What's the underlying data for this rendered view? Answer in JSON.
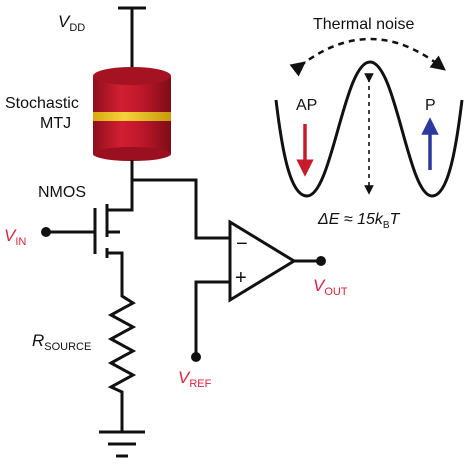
{
  "labels": {
    "vdd": {
      "main": "V",
      "sub": "DD"
    },
    "mtj_line1": "Stochastic",
    "mtj_line2": "MTJ",
    "nmos": "NMOS",
    "vin": {
      "main": "V",
      "sub": "IN"
    },
    "rsource": {
      "main": "R",
      "sub": "SOURCE"
    },
    "vref": {
      "main": "V",
      "sub": "REF"
    },
    "vout": {
      "main": "V",
      "sub": "OUT"
    },
    "opamp_minus": "−",
    "opamp_plus": "+",
    "thermal_noise": "Thermal noise",
    "ap": "AP",
    "p": "P",
    "energy": {
      "prefix": "ΔE ≈ 15k",
      "sub": "B",
      "suffix": "T"
    }
  },
  "colors": {
    "wire": "#111111",
    "mtj_body": "#c2182b",
    "mtj_top": "#a51222",
    "mtj_band": "#f0c419",
    "signal_text": "#d7263d",
    "ap_arrow": "#c71a2a",
    "p_arrow": "#2b3a9c"
  },
  "icons": {
    "ap_arrow": "arrow-down-icon",
    "p_arrow": "arrow-up-icon",
    "noise_arrow": "curved-double-arrow-icon"
  }
}
